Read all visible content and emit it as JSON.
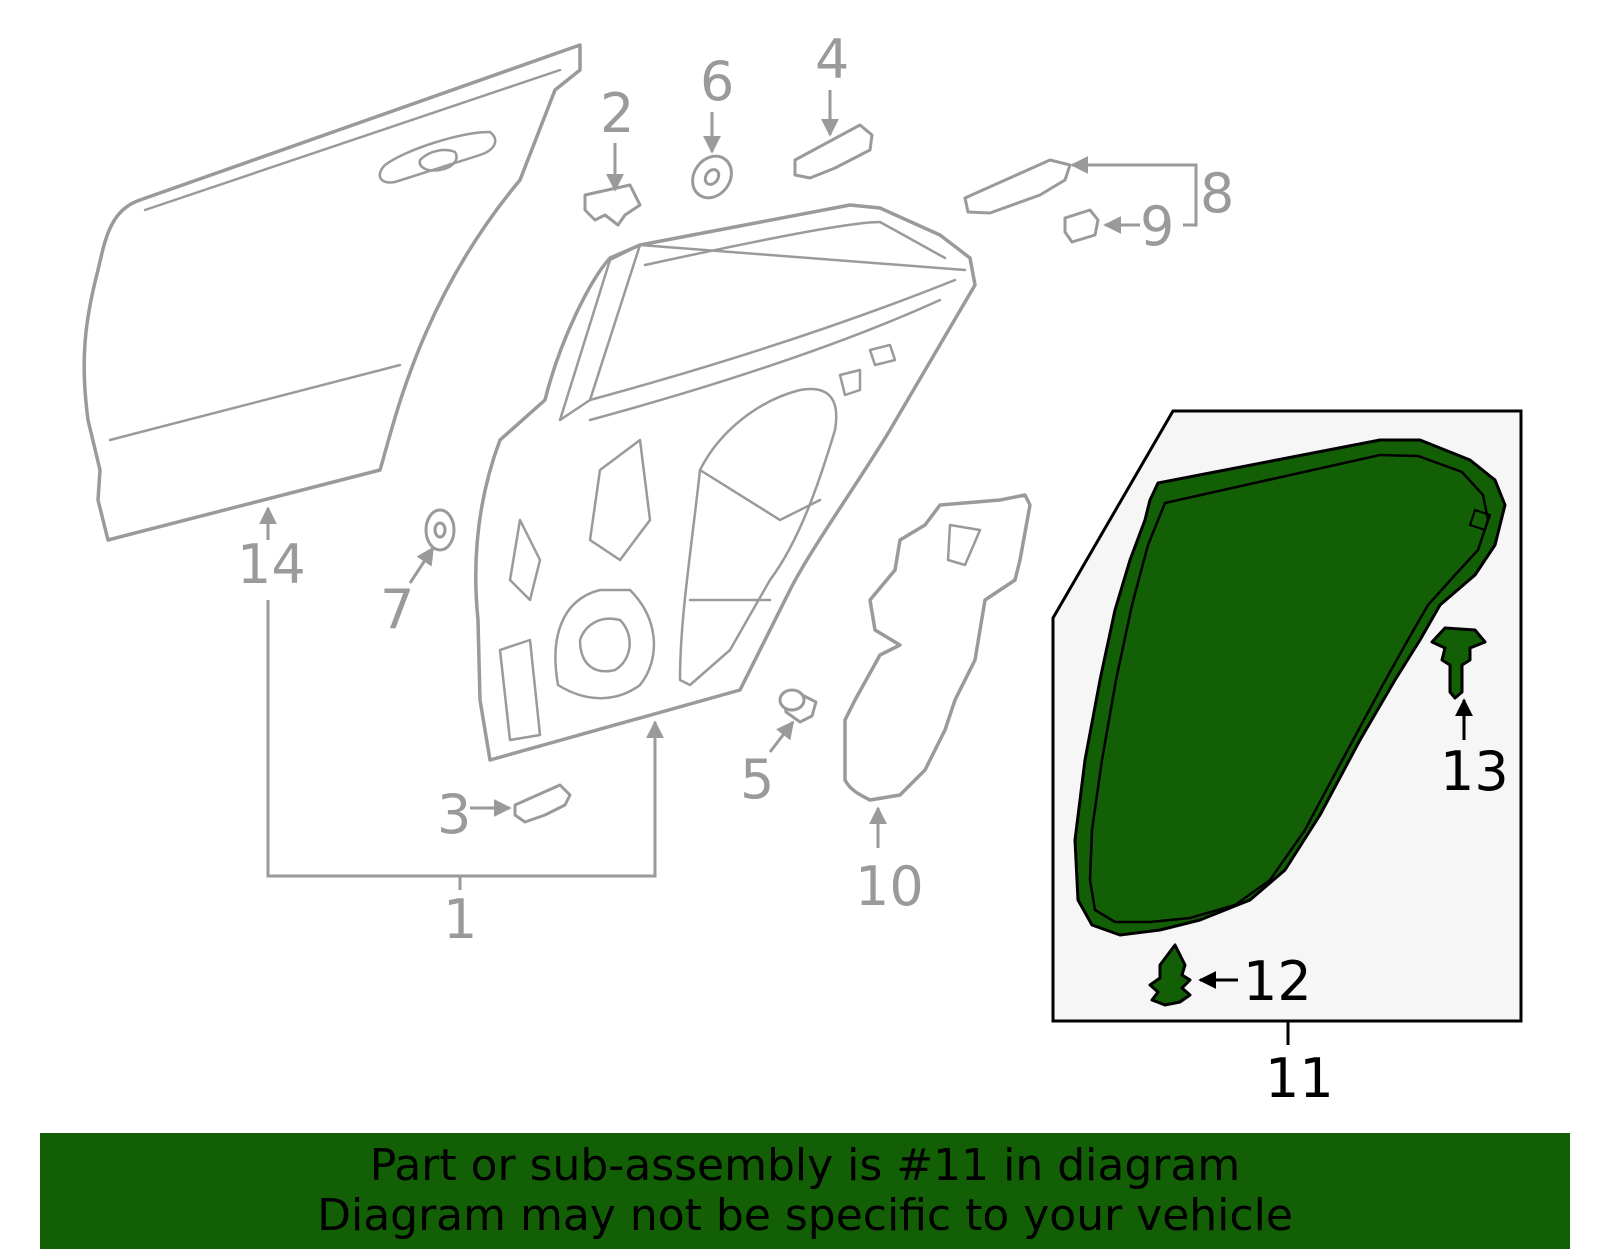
{
  "callouts": {
    "c1": "1",
    "c2": "2",
    "c3": "3",
    "c4": "4",
    "c5": "5",
    "c6": "6",
    "c7": "7",
    "c8": "8",
    "c9": "9",
    "c10": "10",
    "c11": "11",
    "c12": "12",
    "c13": "13",
    "c14": "14"
  },
  "highlighted_part": "11",
  "colors": {
    "highlight_green": "#135f05",
    "line_gray": "#9a9a9a",
    "inset_bg": "#f6f6f6"
  },
  "banner": {
    "line1": "Part or sub-assembly is #11 in diagram",
    "line2": "Diagram may not be specific to your vehicle"
  }
}
